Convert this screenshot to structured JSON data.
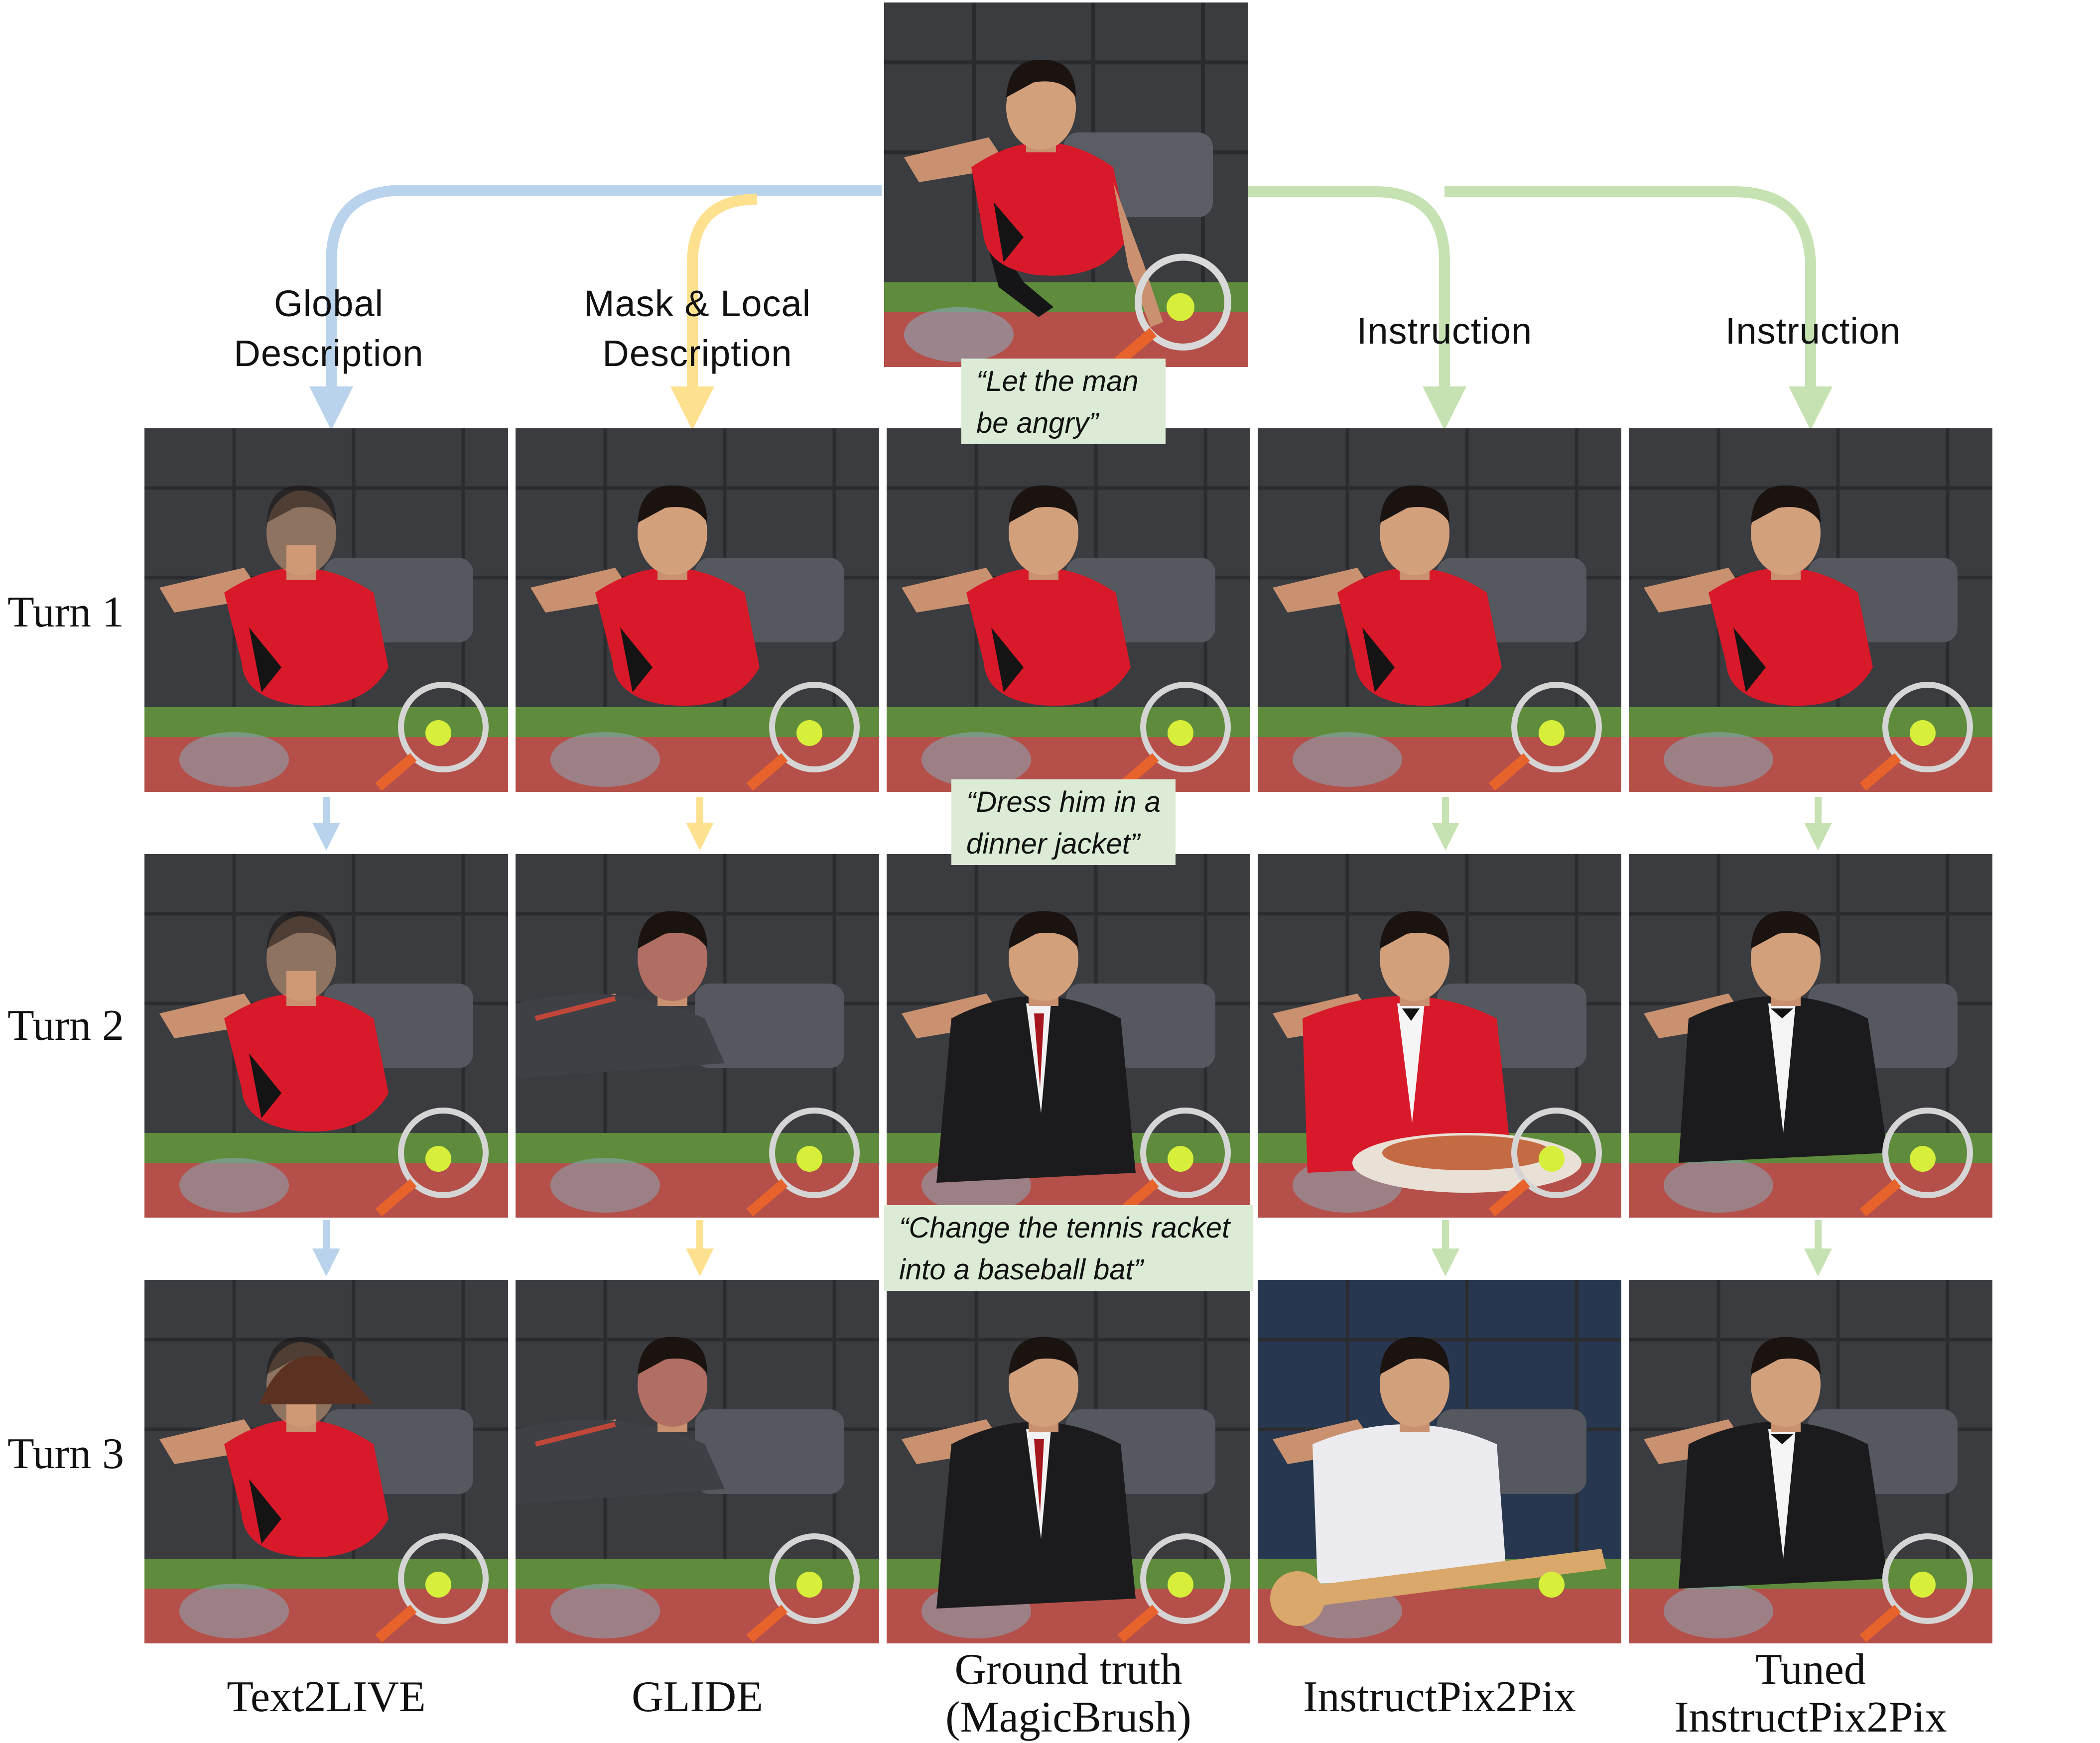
{
  "headers": {
    "global": [
      "Global",
      "Description"
    ],
    "mask": [
      "Mask & Local",
      "Description"
    ],
    "instruction_1": "Instruction",
    "instruction_2": "Instruction"
  },
  "prompts": [
    [
      "“Let the man",
      "be angry”"
    ],
    [
      "“Dress him in a",
      "dinner jacket”"
    ],
    [
      "“Change the tennis racket",
      "into a baseball bat”"
    ]
  ],
  "turns": [
    "Turn 1",
    "Turn 2",
    "Turn 3"
  ],
  "methods": {
    "text2live": [
      "Text2LIVE"
    ],
    "glide": [
      "GLIDE"
    ],
    "ground_truth": [
      "Ground truth",
      "(MagicBrush)"
    ],
    "instructpix2pix": [
      "InstructPix2Pix"
    ],
    "tuned": [
      "Tuned",
      "InstructPix2Pix"
    ]
  },
  "colors": {
    "blue_arrow": "#b9d3ec",
    "yellow_arrow": "#fde18f",
    "green_arrow": "#c6e2b2",
    "prompt_bg": "#dcebd6",
    "shirt_red": "#d7192a",
    "jacket_black": "#1b1b1e",
    "court_red": "#b45049",
    "grass": "#5f8c3c"
  }
}
